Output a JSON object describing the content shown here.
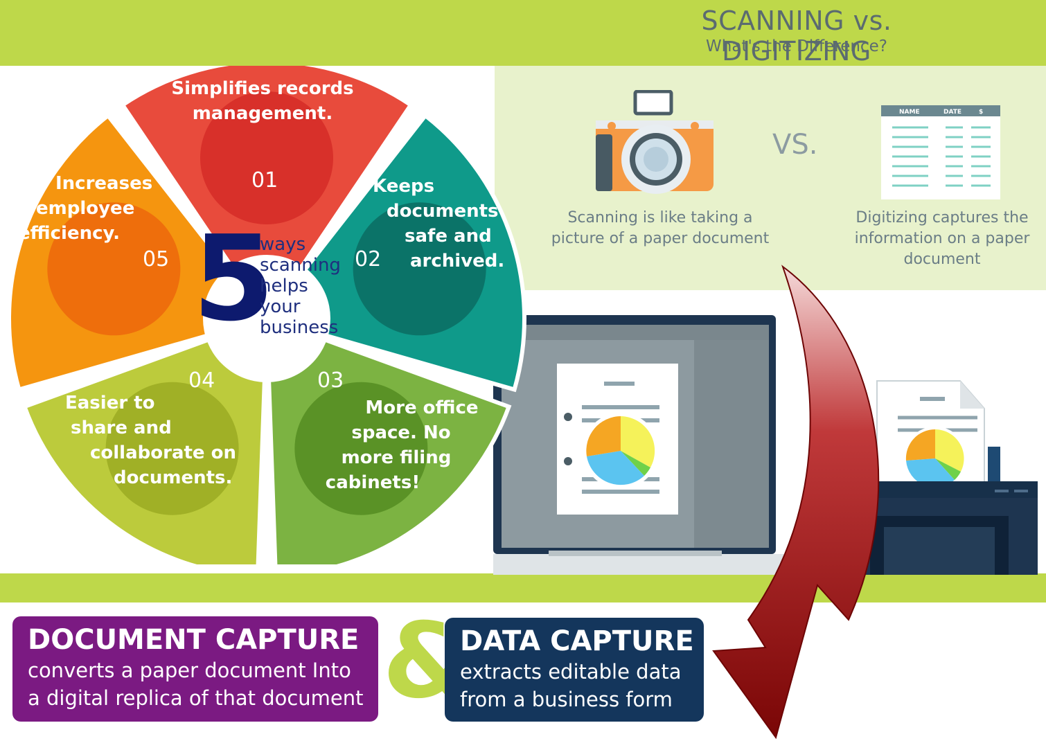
{
  "header": {
    "title": "SCANNING vs. DIGITIZING",
    "subtitle": "What's the Difference?"
  },
  "comparison": {
    "vs_label": "VS.",
    "scanning_caption_line1": "Scanning is like taking a",
    "scanning_caption_line2": "picture of a paper document",
    "digitizing_caption_line1": "Digitizing captures the",
    "digitizing_caption_line2": "information on a paper",
    "digitizing_caption_line3": "document",
    "table_headers": [
      "NAME",
      "DATE",
      "$"
    ]
  },
  "wheel": {
    "center_number": "5",
    "center_text": [
      "ways",
      "scanning",
      "helps",
      "your",
      "business"
    ],
    "segments": [
      {
        "num": "01",
        "lines": [
          "Simplifies records",
          "management."
        ],
        "color": "#e84b3c",
        "inner": "#d8302a"
      },
      {
        "num": "02",
        "lines": [
          "Keeps",
          "documents",
          "safe and",
          "archived."
        ],
        "color": "#0f9a8a",
        "inner": "#0b7368"
      },
      {
        "num": "03",
        "lines": [
          "More office",
          "space. No",
          "more filing",
          "cabinets!"
        ],
        "color": "#7cb342",
        "inner": "#5a9226"
      },
      {
        "num": "04",
        "lines": [
          "Easier to",
          "share and",
          "collaborate on",
          "documents."
        ],
        "color": "#bccb3c",
        "inner": "#a0b026"
      },
      {
        "num": "05",
        "lines": [
          "Increases",
          "employee",
          "efficiency."
        ],
        "color": "#f5950f",
        "inner": "#ee6e0c"
      }
    ]
  },
  "bottom": {
    "doc_capture_title": "DOCUMENT CAPTURE",
    "doc_capture_line1": "converts a paper document Into",
    "doc_capture_line2": "a digital replica of that document",
    "ampersand": "&",
    "data_capture_title": "DATA CAPTURE",
    "data_capture_line1": "extracts editable data",
    "data_capture_line2": "from a business form"
  },
  "colors": {
    "band_green": "#bed84a",
    "panel_bg": "#e8f2cc",
    "doc_capture_bg": "#7b1a82",
    "data_capture_bg": "#14365c",
    "arrow": "#8b0a0a"
  }
}
